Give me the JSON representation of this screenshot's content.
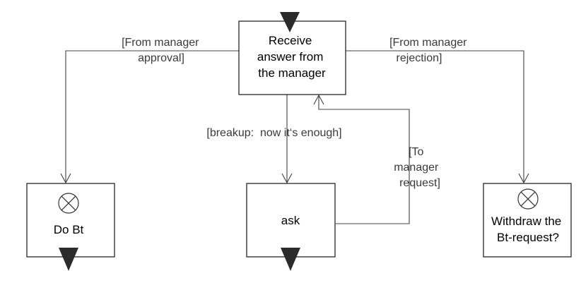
{
  "nodes": {
    "receive": [
      "Receive",
      "answer from",
      "the manager"
    ],
    "do_bt": [
      "Do Bt"
    ],
    "ask": [
      "ask"
    ],
    "withdraw": [
      "Withdraw the",
      "Bt-request?"
    ]
  },
  "edges": {
    "approval": [
      "[From manager",
      "approval]"
    ],
    "rejection": [
      "[From manager",
      "rejection]"
    ],
    "breakup": [
      "[breakup:  now it‘s enough]"
    ],
    "to_manager": [
      "[To",
      "manager",
      "request]"
    ]
  }
}
